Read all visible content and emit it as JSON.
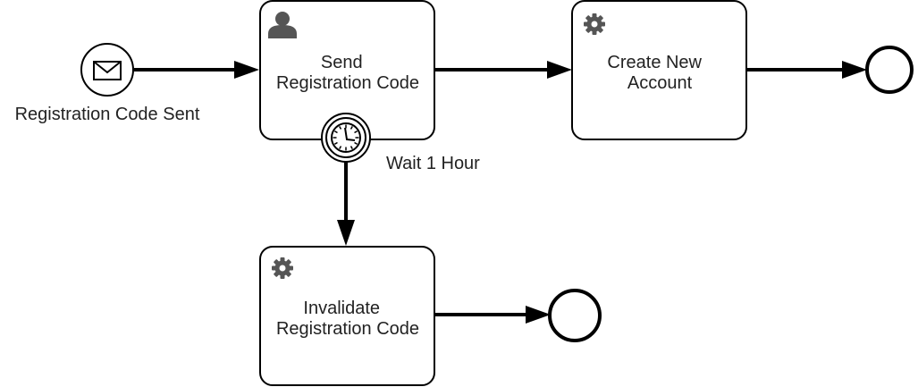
{
  "diagram": {
    "start_event": {
      "label": "Registration Code Sent",
      "icon": "envelope-icon"
    },
    "tasks": {
      "send_code": {
        "label_line1": "Send",
        "label_line2": "Registration Code",
        "icon": "user-icon"
      },
      "create_account": {
        "label_line1": "Create New",
        "label_line2": "Account",
        "icon": "gear-icon"
      },
      "invalidate_code": {
        "label_line1": "Invalidate",
        "label_line2": "Registration Code",
        "icon": "gear-icon"
      }
    },
    "timer_event": {
      "label": "Wait 1 Hour",
      "icon": "clock-icon"
    },
    "colors": {
      "stroke": "#000000",
      "icon_fill": "#555555",
      "text": "#222222",
      "background": "#ffffff"
    }
  }
}
